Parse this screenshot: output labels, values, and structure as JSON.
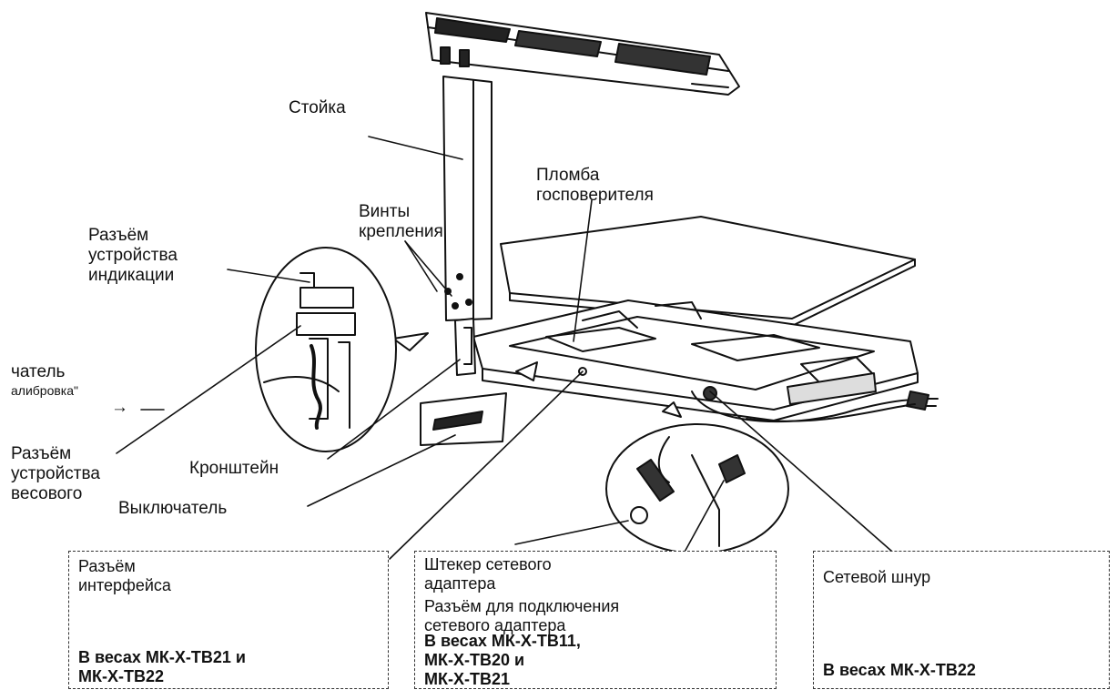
{
  "labels": {
    "stand": "Стойка",
    "seal": [
      "Пломба",
      "госповерителя"
    ],
    "screws": [
      "Винты",
      "крепления"
    ],
    "display_connector": [
      "Разъём",
      "устройства",
      "индикации"
    ],
    "switch_partial": [
      "чатель",
      "алибровка\""
    ],
    "arrow_glyph": "→",
    "weighing_connector": [
      "Разъём",
      "устройства",
      "весового"
    ],
    "bracket": "Кронштейн",
    "power_switch": "Выключатель"
  },
  "boxes": [
    {
      "title": [
        "Разъём",
        "интерфейса"
      ],
      "models": [
        "В весах МК-Х-ТВ21 и",
        "МК-Х-ТВ22"
      ]
    },
    {
      "title": [
        "Штекер сетевого",
        "адаптера",
        "Разъём для подключения",
        "сетевого адаптера"
      ],
      "models": [
        "В весах МК-Х-ТВ11,",
        "МК-Х-ТВ20 и",
        "МК-Х-ТВ21"
      ]
    },
    {
      "title": [
        "Сетевой шнур"
      ],
      "models": [
        "В весах МК-Х-ТВ22"
      ]
    }
  ]
}
